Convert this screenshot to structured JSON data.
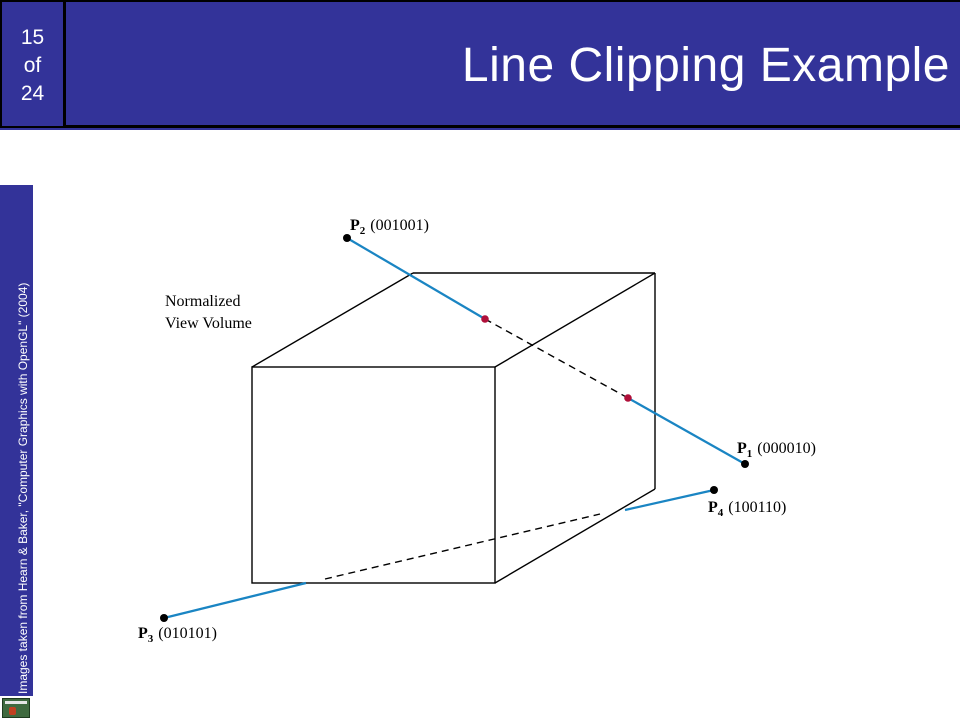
{
  "slide": {
    "number": "15",
    "of_label": "of",
    "total": "24",
    "title": "Line Clipping Example"
  },
  "sidebar": {
    "credit": "Images taken from Hearn & Baker, \"Computer Graphics with OpenGL\" (2004)"
  },
  "diagram": {
    "volume_label_line1": "Normalized",
    "volume_label_line2": "View Volume",
    "points": [
      {
        "letter": "P",
        "sub": "2",
        "code": "(001001)"
      },
      {
        "letter": "P",
        "sub": "1",
        "code": "(000010)"
      },
      {
        "letter": "P",
        "sub": "4",
        "code": "(100110)"
      },
      {
        "letter": "P",
        "sub": "3",
        "code": "(010101)"
      }
    ],
    "colors": {
      "visible_segment": "#1a85c3",
      "intersection": "#b0103a",
      "header": "#333399"
    }
  }
}
